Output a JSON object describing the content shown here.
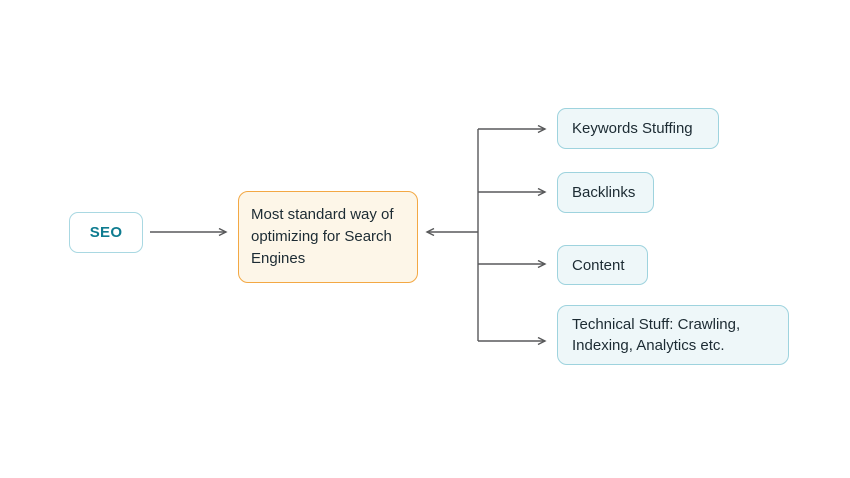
{
  "diagram": {
    "root": {
      "label": "SEO"
    },
    "center": {
      "label": "Most standard way of optimizing for Search Engines"
    },
    "branches": [
      {
        "label": "Keywords Stuffing"
      },
      {
        "label": "Backlinks"
      },
      {
        "label": "Content"
      },
      {
        "label": "Technical Stuff: Crawling, Indexing, Analytics etc."
      }
    ],
    "colors": {
      "root_border": "#a9d8e2",
      "root_text": "#0e7c90",
      "center_border": "#f3a844",
      "center_bg": "#fdf6e8",
      "branch_border": "#9ed3de",
      "branch_bg": "#eef7f9",
      "text": "#1c2b33",
      "arrow": "#58595b",
      "canvas_bg": "#ffffff"
    }
  }
}
